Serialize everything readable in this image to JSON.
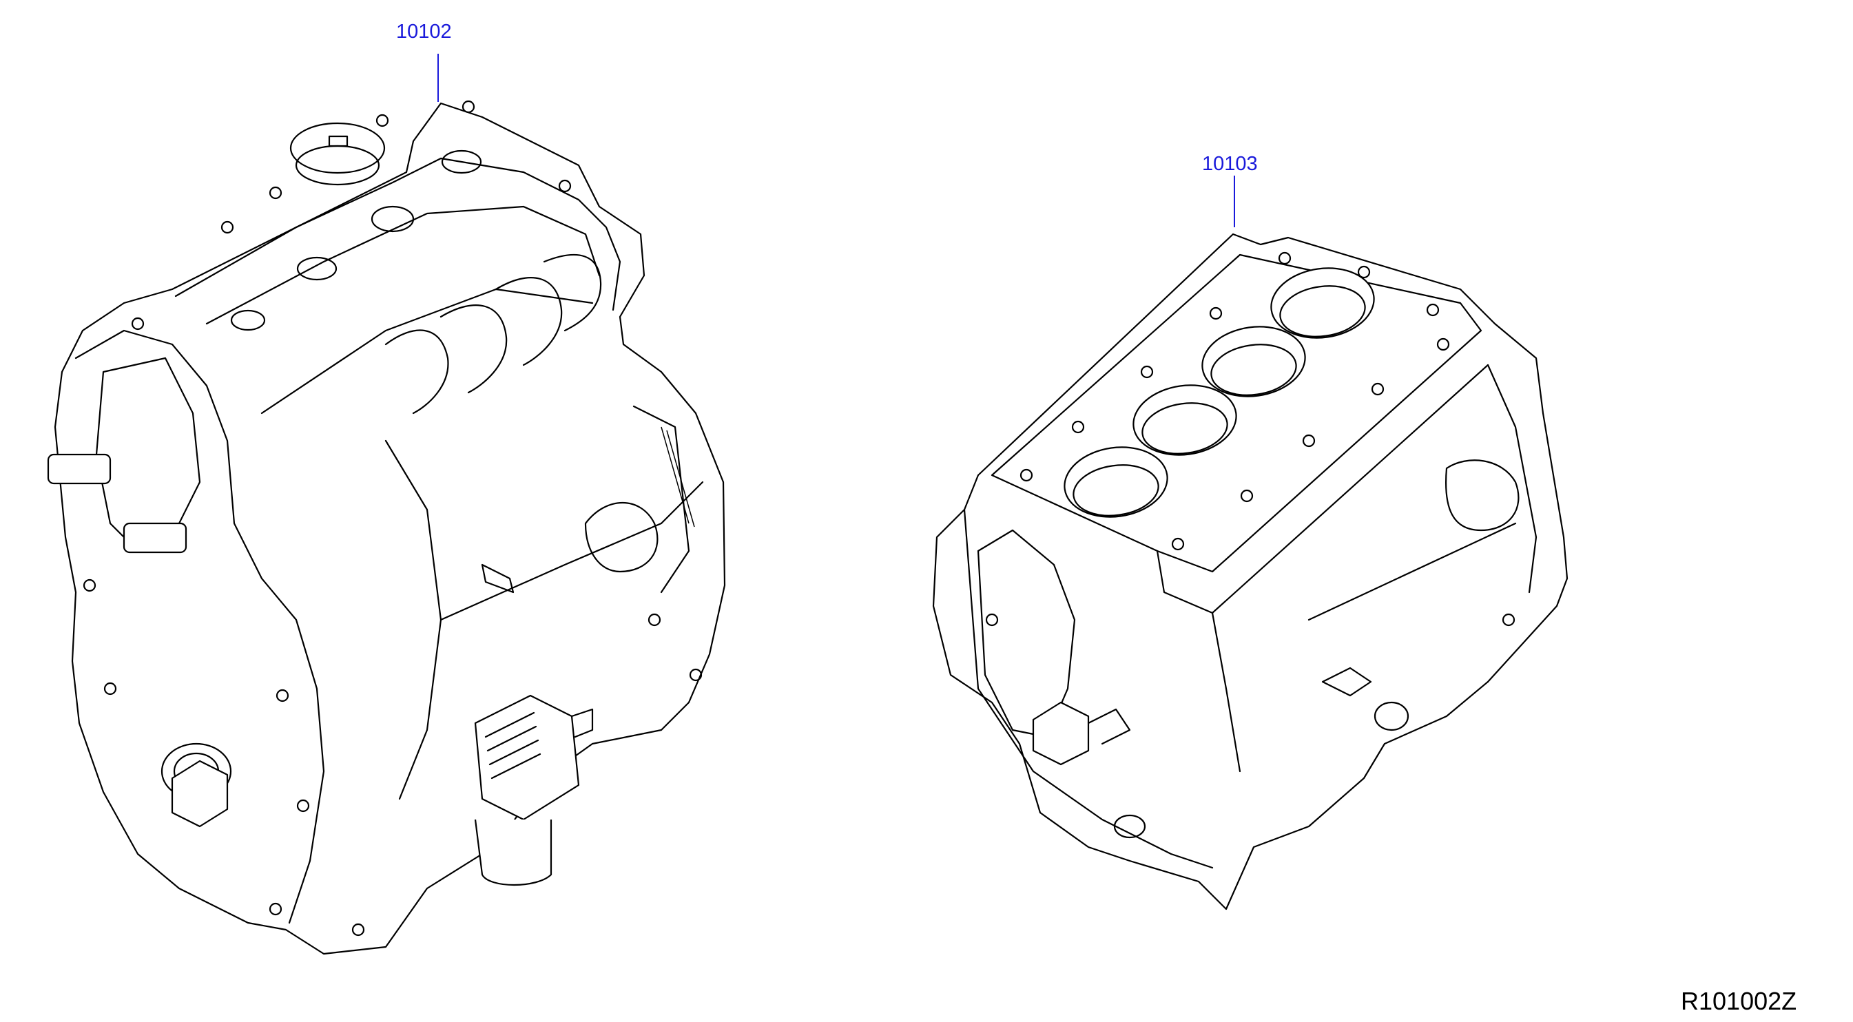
{
  "diagram": {
    "parts": [
      {
        "callout": "10102"
      },
      {
        "callout": "10103"
      }
    ],
    "drawing_code": "R101002Z",
    "colors": {
      "callout": "#1a1adb",
      "linework": "#000000",
      "background": "#ffffff"
    }
  }
}
